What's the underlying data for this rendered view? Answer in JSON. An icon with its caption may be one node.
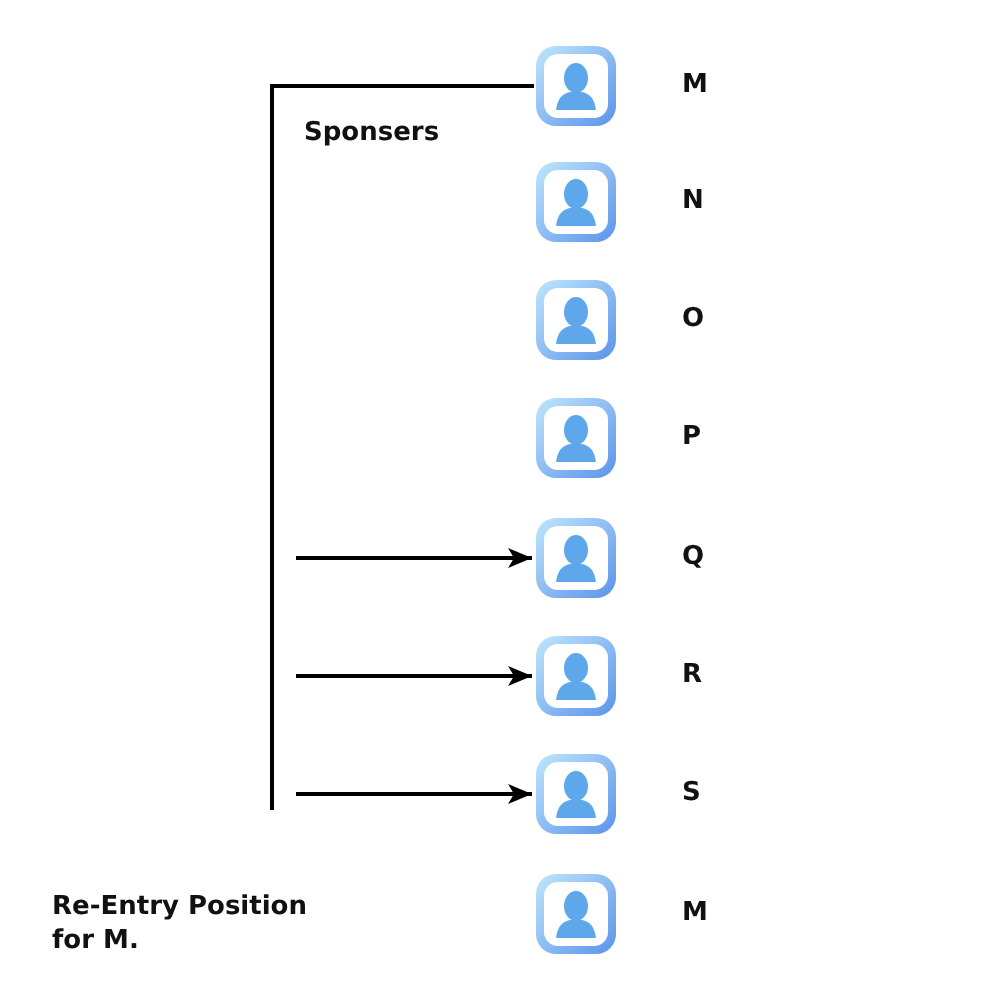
{
  "diagram": {
    "nodes": [
      {
        "text": [],
        "shape": "person",
        "beside": [
          "M"
        ]
      },
      {
        "text": [],
        "shape": "person",
        "beside": [
          "N"
        ]
      },
      {
        "text": [],
        "shape": "person",
        "beside": [
          "O"
        ]
      },
      {
        "text": [],
        "shape": "person",
        "beside": [
          "P"
        ]
      },
      {
        "text": [],
        "shape": "person",
        "beside": [
          "Q"
        ]
      },
      {
        "text": [],
        "shape": "person",
        "beside": [
          "R"
        ]
      },
      {
        "text": [],
        "shape": "person",
        "beside": [
          "S"
        ]
      },
      {
        "text": [],
        "shape": "person",
        "beside": [
          "M"
        ]
      }
    ],
    "edges": [
      {
        "from": 0,
        "to": null,
        "arrow": "none"
      },
      {
        "from": null,
        "to": 4,
        "arrow": "to"
      },
      {
        "from": null,
        "to": 5,
        "arrow": "to"
      },
      {
        "from": null,
        "to": 6,
        "arrow": "to"
      }
    ],
    "labels": [
      "Sponsers",
      "Re-Entry Position for M."
    ]
  }
}
